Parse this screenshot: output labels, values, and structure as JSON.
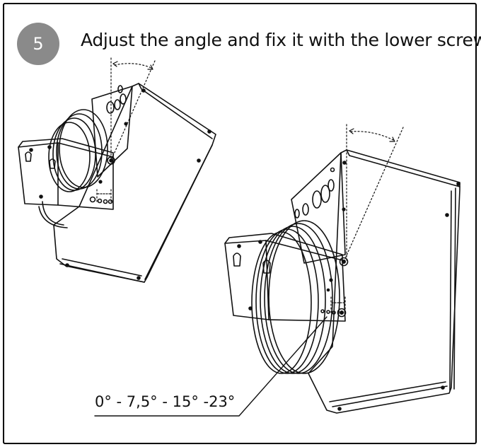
{
  "step": {
    "number": "5",
    "title": "Adjust the angle and fix it with the lower screws"
  },
  "annotation": {
    "angles": "0° - 7,5° - 15° -23°"
  },
  "colors": {
    "badge": "#8a8a8a",
    "stroke": "#111111"
  }
}
